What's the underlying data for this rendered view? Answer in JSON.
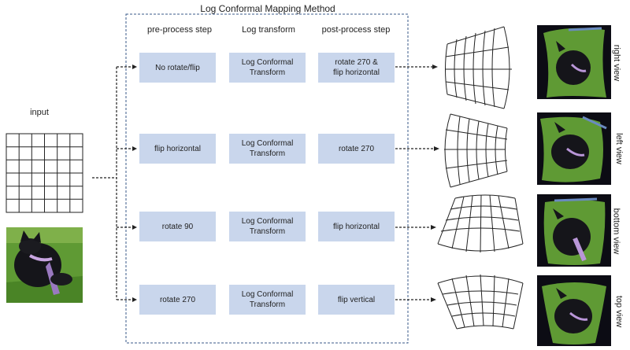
{
  "title": "Log Conformal Mapping Method",
  "input_label": "input",
  "columns": {
    "pre": "pre-process step",
    "log": "Log transform",
    "post": "post-process step"
  },
  "rows": [
    {
      "pre": "No rotate/flip",
      "log": "Log Conformal\nTransform",
      "post": "rotate 270 &\nflip horizontal",
      "view": "right view"
    },
    {
      "pre": "flip horizontal",
      "log": "Log Conformal\nTransform",
      "post": "rotate 270",
      "view": "left view"
    },
    {
      "pre": "rotate 90",
      "log": "Log Conformal\nTransform",
      "post": "flip horizontal",
      "view": "bottom view"
    },
    {
      "pre": "rotate 270",
      "log": "Log Conformal\nTransform",
      "post": "flip vertical",
      "view": "top view"
    }
  ],
  "colors": {
    "box_fill": "#c9d6ec",
    "frame_border": "#3a5a8a",
    "grass": "#4e8a2c",
    "dark_bg": "#0c0c14"
  }
}
